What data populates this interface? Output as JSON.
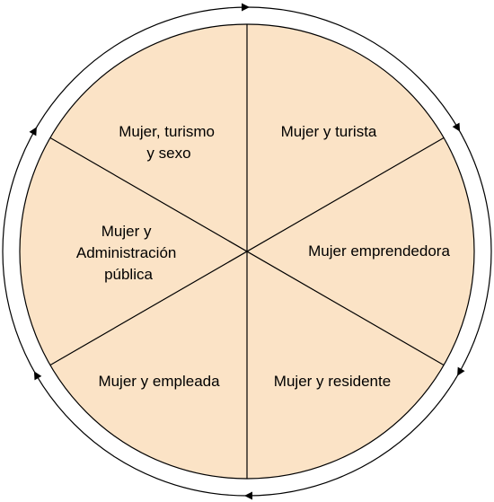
{
  "diagram": {
    "segments": [
      {
        "lines": [
          "Mujer y turista"
        ]
      },
      {
        "lines": [
          "Mujer emprendedora"
        ]
      },
      {
        "lines": [
          "Mujer y residente"
        ]
      },
      {
        "lines": [
          "Mujer y empleada"
        ]
      },
      {
        "lines": [
          "Mujer y",
          "Administración",
          "pública"
        ]
      },
      {
        "lines": [
          "Mujer, turismo",
          "y sexo"
        ]
      }
    ],
    "colors": {
      "fill": "#fbe3c6",
      "stroke": "#000000"
    },
    "cycle_direction": "clockwise"
  }
}
